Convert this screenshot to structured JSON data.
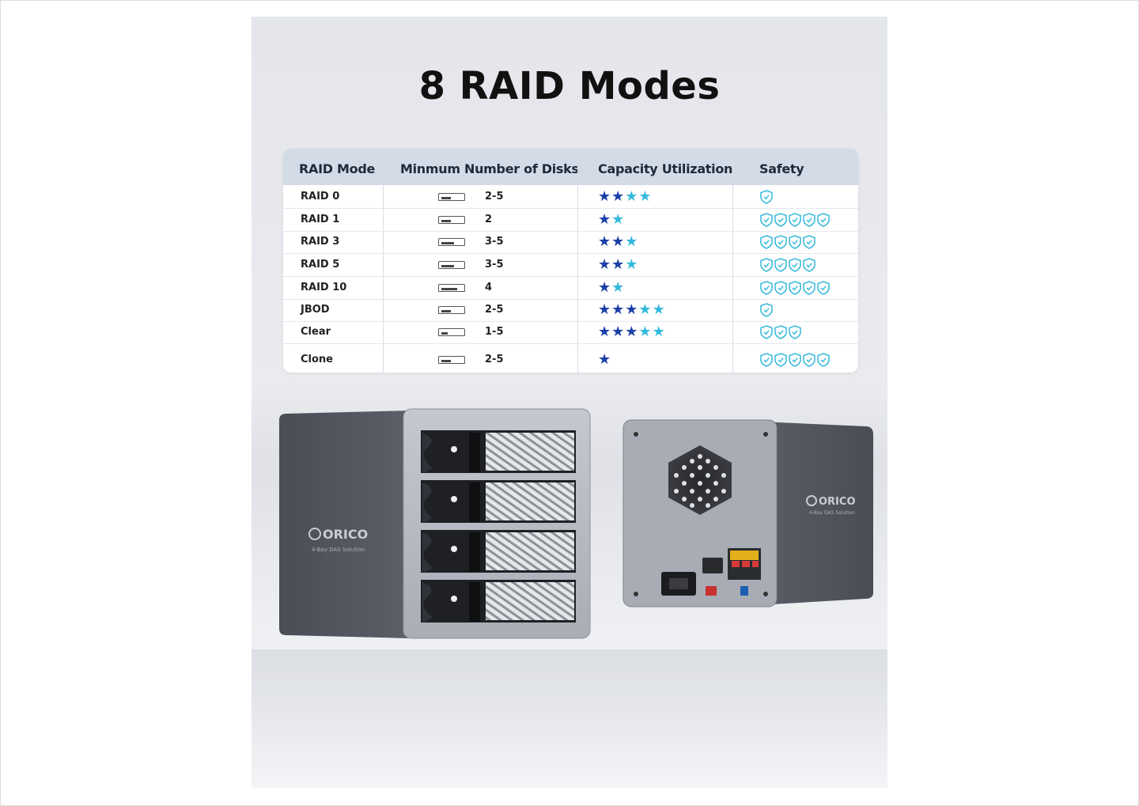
{
  "title": "8 RAID Modes",
  "table": {
    "headers": [
      "RAID Mode",
      "Minmum Number of Disks",
      "Capacity Utilization",
      "Safety"
    ],
    "rows": [
      {
        "mode": "RAID 0",
        "disks": "2-5",
        "capacity": 4,
        "safety": 1
      },
      {
        "mode": "RAID 1",
        "disks": "2",
        "capacity": 2,
        "safety": 5
      },
      {
        "mode": "RAID 3",
        "disks": "3-5",
        "capacity": 3,
        "safety": 4
      },
      {
        "mode": "RAID 5",
        "disks": "3-5",
        "capacity": 3,
        "safety": 4
      },
      {
        "mode": "RAID 10",
        "disks": "4",
        "capacity": 2,
        "safety": 5
      },
      {
        "mode": "JBOD",
        "disks": "2-5",
        "capacity": 5,
        "safety": 1
      },
      {
        "mode": "Clear",
        "disks": "1-5",
        "capacity": 5,
        "safety": 3
      },
      {
        "mode": "Clone",
        "disks": "2-5",
        "capacity": 1,
        "safety": 5
      }
    ]
  },
  "product": {
    "brand_front": "ORICO",
    "tagline_front": "4-Bay DAS Solution",
    "brand_back": "ORICO",
    "tagline_back": "4-Bay DAS Solution"
  },
  "colors": {
    "star_dark": "#1b3fa8",
    "star_light": "#34b9dc",
    "shield": "#34b9dc",
    "header_bg": "#d3dbe6"
  }
}
